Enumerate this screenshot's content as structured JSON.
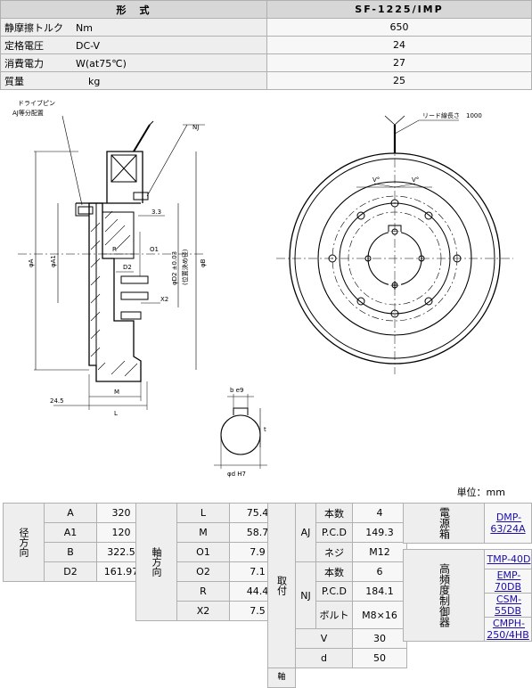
{
  "spec": {
    "header_left": "形　式",
    "header_right": "SF-1225/IMP",
    "rows": [
      {
        "name": "静摩擦トルク",
        "unit": "Nm",
        "value": "650"
      },
      {
        "name": "定格電圧",
        "unit": "DC-V",
        "value": "24"
      },
      {
        "name": "消費電力",
        "unit": "W(at75℃)",
        "value": "27"
      },
      {
        "name": "質量",
        "unit": "kg",
        "value": "25"
      }
    ]
  },
  "drawing": {
    "drive_pin": "ドライブピン",
    "aj_equal": "AJ等分配置",
    "nj": "NJ",
    "lead": "リード線長さ　1000",
    "dim_33": "3.3",
    "phi_a": "φA",
    "phi_a1": "φA1",
    "phi_b": "φB",
    "phi_d2": "φD2 ±0.03",
    "phi_d2_note": "(位置決め径)",
    "r": "R",
    "o1": "O1",
    "d2": "D2",
    "x2": "X2",
    "m": "M",
    "l": "L",
    "dim_245": "24.5",
    "b_e9": "b e9",
    "t": "t",
    "phi_d_h7": "φd H7",
    "v1": "V°",
    "v2": "V°"
  },
  "unit_note": "単位：mm",
  "radial": {
    "group": "径方向",
    "rows": [
      {
        "k": "A",
        "v": "320"
      },
      {
        "k": "A1",
        "v": "120"
      },
      {
        "k": "B",
        "v": "322.5"
      },
      {
        "k": "D2",
        "v": "161.97"
      }
    ]
  },
  "axial": {
    "group": "軸方向",
    "rows": [
      {
        "k": "L",
        "v": "75.4"
      },
      {
        "k": "M",
        "v": "58.7"
      },
      {
        "k": "O1",
        "v": "7.9"
      },
      {
        "k": "O2",
        "v": "7.1"
      },
      {
        "k": "R",
        "v": "44.4"
      },
      {
        "k": "X2",
        "v": "7.5"
      }
    ]
  },
  "mount": {
    "group": "取付",
    "aj": "AJ",
    "nj": "NJ",
    "aj_rows": [
      {
        "k": "本数",
        "v": "4"
      },
      {
        "k": "P.C.D",
        "v": "149.3"
      },
      {
        "k": "ネジ",
        "v": "M12"
      }
    ],
    "nj_rows": [
      {
        "k": "本数",
        "v": "6"
      },
      {
        "k": "P.C.D",
        "v": "184.1"
      },
      {
        "k": "ボルト",
        "v": "M8×16"
      }
    ],
    "v_row": {
      "k": "V",
      "v": "30"
    },
    "d_row": {
      "k": "d",
      "v": "50"
    },
    "cut_group": "軸"
  },
  "devices": {
    "power_group": "電源箱",
    "power_links": [
      "DMP-63/24A"
    ],
    "ctrl_group": "高頻度制御器",
    "ctrl_links": [
      "TMP-40D",
      "EMP-70DB",
      "CSM-55DB",
      "CMPH-250/4HB"
    ]
  }
}
